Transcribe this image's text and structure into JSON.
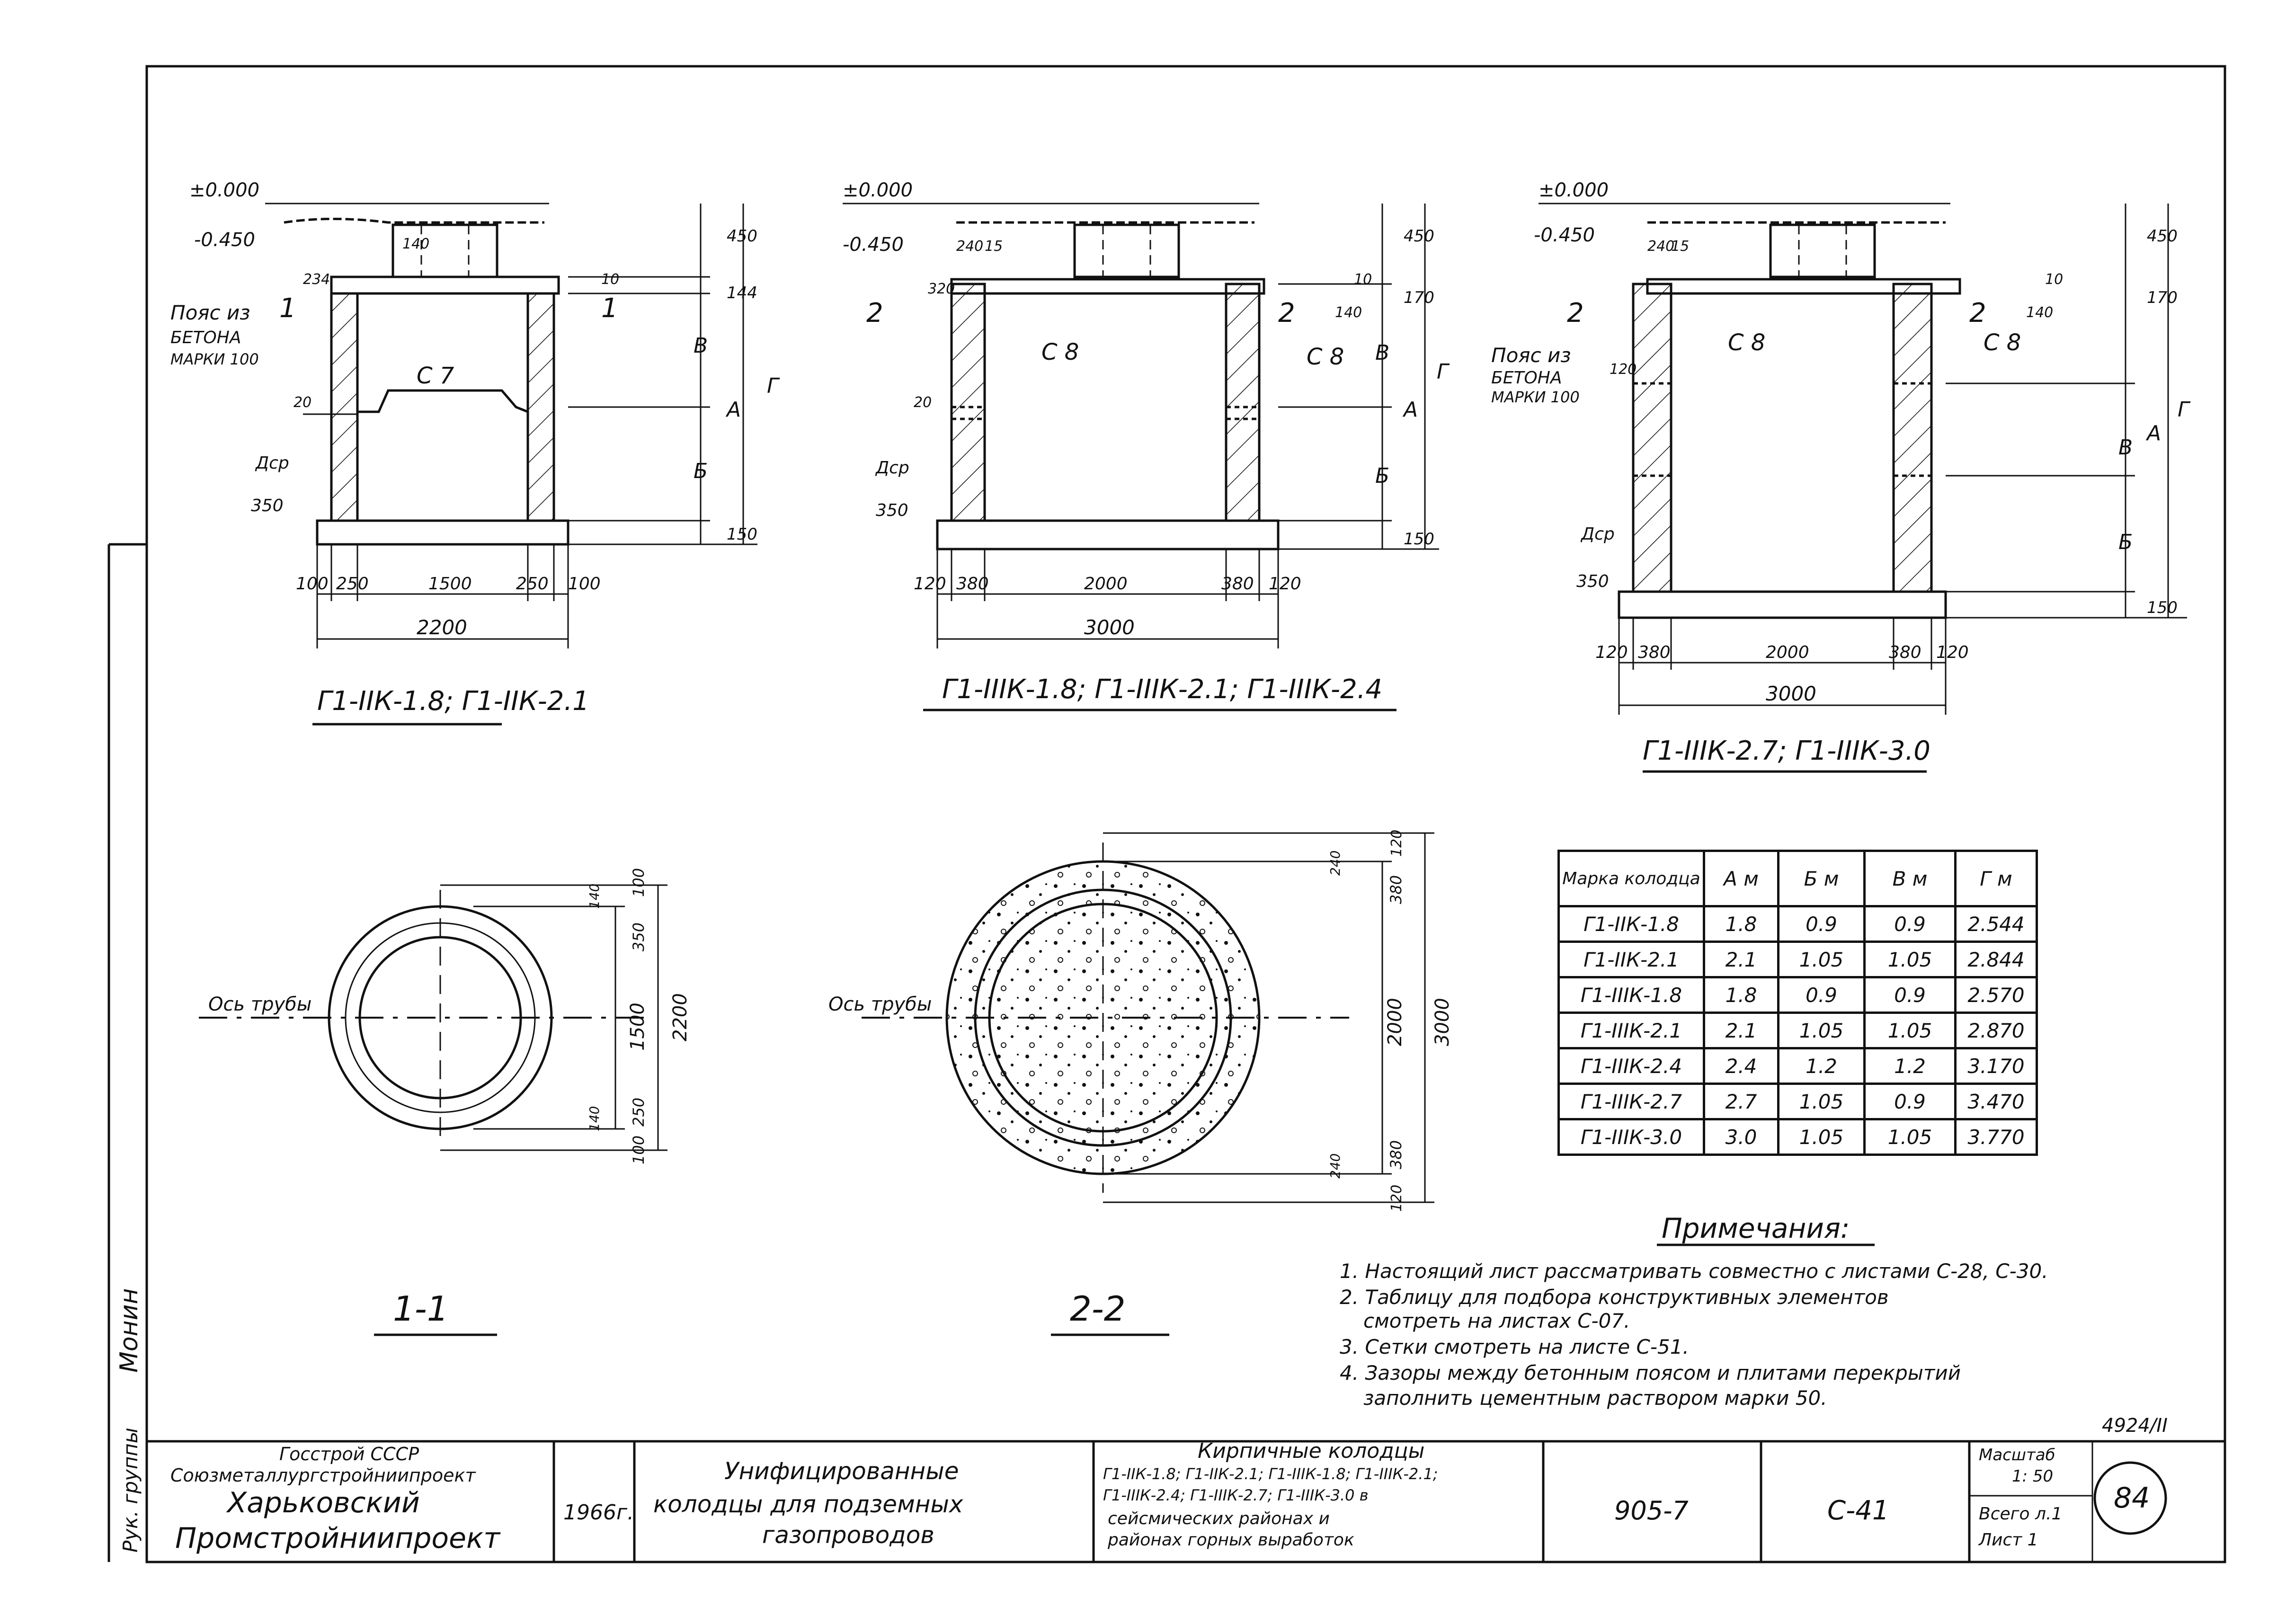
{
  "elevations": {
    "zero": "±0.000",
    "minus": "-0.450"
  },
  "section1": {
    "title": "Г1-ІІК-1.8; Г1-ІІК-2.1",
    "belt_label": [
      "Пояс из",
      "БЕТОНА",
      "МАРКИ 100"
    ],
    "slab": "С 7",
    "dims_bottom": [
      "100",
      "250",
      "1500",
      "250",
      "100"
    ],
    "total": "2200",
    "dims_top": [
      "140",
      "10",
      "234",
      "20",
      "350",
      "Дср"
    ],
    "side_dims": [
      "450",
      "144",
      "В",
      "А",
      "Б",
      "Г",
      "150"
    ],
    "cut": "1"
  },
  "section2": {
    "title": "Г1-ІІІК-1.8; Г1-ІІІК-2.1; Г1-ІІІК-2.4",
    "slab": "С 8",
    "dims_bottom": [
      "120",
      "380",
      "2000",
      "380",
      "120"
    ],
    "total": "3000",
    "dims_top": [
      "240",
      "15",
      "320",
      "20",
      "350",
      "Дср",
      "140",
      "10"
    ],
    "side_dims": [
      "450",
      "170",
      "В",
      "А",
      "Б",
      "Г",
      "150"
    ],
    "cut": "2"
  },
  "section3": {
    "title": "Г1-ІІІК-2.7; Г1-ІІІК-3.0",
    "belt_label": [
      "Пояс из",
      "БЕТОНА",
      "МАРКИ 100"
    ],
    "slab": "С 8",
    "dims_bottom": [
      "120",
      "380",
      "2000",
      "380",
      "120"
    ],
    "total": "3000",
    "dims_top": [
      "240",
      "15",
      "120",
      "350",
      "Дср",
      "140",
      "10"
    ],
    "side_dims": [
      "450",
      "170",
      "В",
      "А",
      "Б",
      "Г",
      "150"
    ],
    "cut": "2"
  },
  "plan1": {
    "axis_label": "Ось трубы",
    "dims": [
      "100",
      "350",
      "1500",
      "2200",
      "140",
      "250",
      "100",
      "140"
    ],
    "caption": "1-1"
  },
  "plan2": {
    "axis_label": "Ось трубы",
    "dims": [
      "240",
      "120",
      "380",
      "2000",
      "3000",
      "240",
      "380",
      "120"
    ],
    "caption": "2-2"
  },
  "table": {
    "headers": [
      "Марка колодца",
      "А м",
      "Б м",
      "В м",
      "Г м"
    ],
    "rows": [
      [
        "Г1-ІІК-1.8",
        "1.8",
        "0.9",
        "0.9",
        "2.544"
      ],
      [
        "Г1-ІІК-2.1",
        "2.1",
        "1.05",
        "1.05",
        "2.844"
      ],
      [
        "Г1-ІІІК-1.8",
        "1.8",
        "0.9",
        "0.9",
        "2.570"
      ],
      [
        "Г1-ІІІК-2.1",
        "2.1",
        "1.05",
        "1.05",
        "2.870"
      ],
      [
        "Г1-ІІІК-2.4",
        "2.4",
        "1.2",
        "1.2",
        "3.170"
      ],
      [
        "Г1-ІІІК-2.7",
        "2.7",
        "1.05",
        "0.9",
        "3.470"
      ],
      [
        "Г1-ІІІК-3.0",
        "3.0",
        "1.05",
        "1.05",
        "3.770"
      ]
    ]
  },
  "notes": {
    "title": "Примечания:",
    "items": [
      "1. Настоящий лист рассматривать совместно с листами С-28, С-30.",
      "2. Таблицу для подбора конструктивных элементов",
      "смотреть на листах С-07.",
      "3. Сетки смотреть на листе С-51.",
      "4. Зазоры между бетонным поясом и плитами перекрытий",
      "заполнить цементным раствором марки 50."
    ]
  },
  "sheet_code": "4924/ІІ",
  "stamp": {
    "org": [
      "Госстрой СССР",
      "Союзметаллургстройниипроект",
      "Харьковский",
      "Промстройниипроект"
    ],
    "year": "1966г.",
    "project": [
      "Унифицированные",
      "колодцы для подземных",
      "газопроводов"
    ],
    "desc": [
      "Кирпичные колодцы",
      "Г1-ІІК-1.8; Г1-ІІК-2.1; Г1-ІІІК-1.8; Г1-ІІІК-2.1;",
      "Г1-ІІІК-2.4; Г1-ІІІК-2.7; Г1-ІІІК-3.0 в",
      "сейсмических районах и",
      "районах горных выработок"
    ],
    "series": "905-7",
    "sheet_name": "С-41",
    "scale_label": "Масштаб",
    "scale": "1: 50",
    "total": "Всего л.1",
    "sheet": "Лист 1",
    "number": "84"
  },
  "side_stamp": {
    "rows": [
      "Рук. группы",
      "Монин"
    ]
  }
}
